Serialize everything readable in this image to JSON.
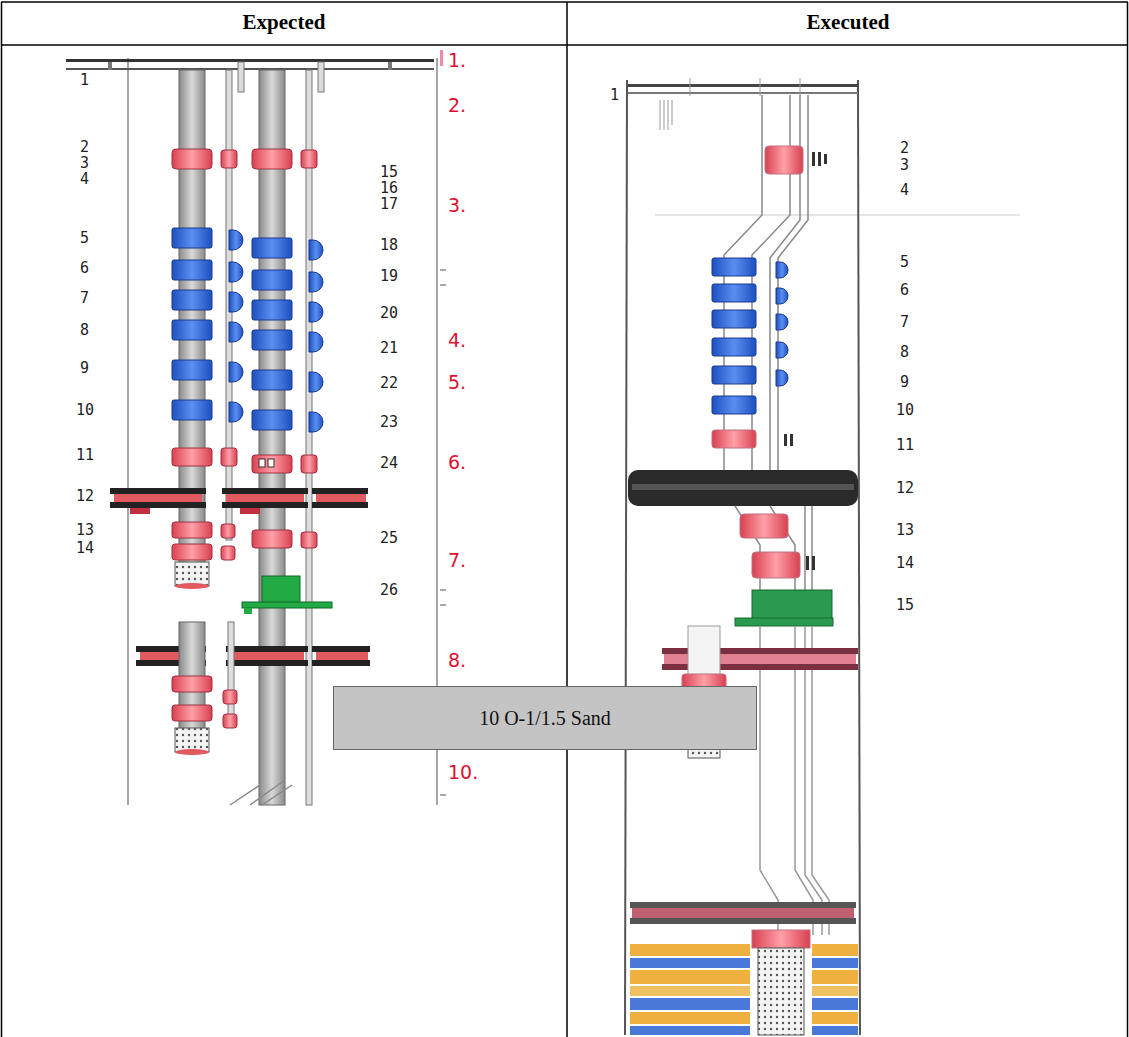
{
  "diagram": {
    "nodes": [
      {
        "text": [
          "10 O-1/1.5 Sand"
        ]
      }
    ],
    "labels": [
      "Expected",
      "Executed",
      "1",
      "2",
      "3",
      "4",
      "5",
      "6",
      "7",
      "8",
      "9",
      "10",
      "11",
      "12",
      "13",
      "14",
      "15",
      "16",
      "17",
      "18",
      "19",
      "20",
      "21",
      "22",
      "23",
      "24",
      "25",
      "26",
      "1.",
      "2.",
      "3.",
      "4.",
      "5.",
      "6.",
      "7.",
      "8.",
      "10.",
      "1",
      "2",
      "3",
      "4",
      "5",
      "6",
      "7",
      "8",
      "9",
      "10",
      "11",
      "12",
      "13",
      "14",
      "15"
    ]
  }
}
